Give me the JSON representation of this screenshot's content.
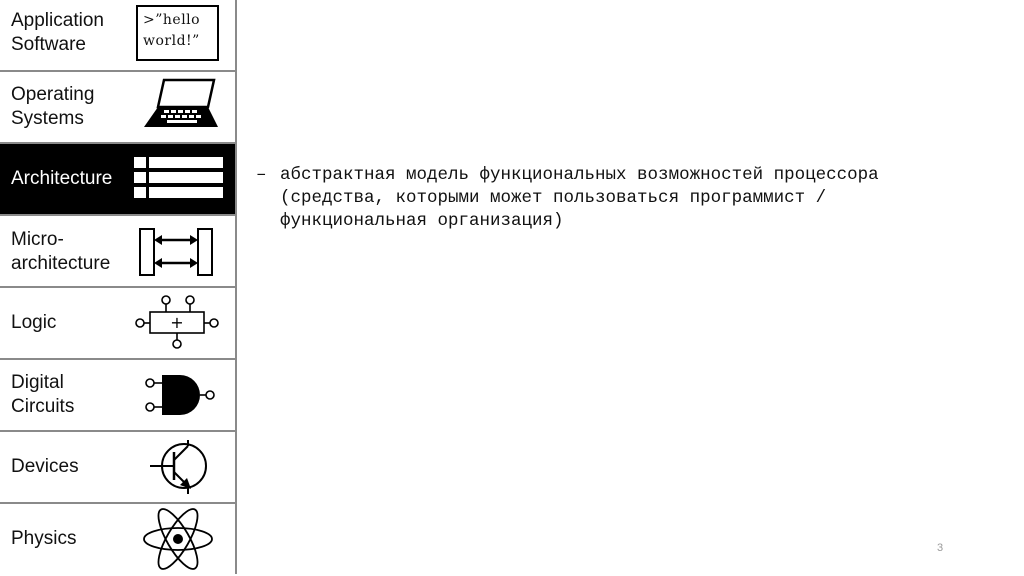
{
  "levels": [
    {
      "label": "Application\nSoftware",
      "icon": "hello-world-code-icon",
      "code": ">”hello\nworld!”",
      "active": false
    },
    {
      "label": "Operating\nSystems",
      "icon": "laptop-icon",
      "active": false
    },
    {
      "label": "Architecture",
      "icon": "instruction-format-icon",
      "active": true
    },
    {
      "label": "Micro-\narchitecture",
      "icon": "datapath-arrows-icon",
      "active": false
    },
    {
      "label": "Logic",
      "icon": "adder-block-icon",
      "active": false
    },
    {
      "label": "Digital\nCircuits",
      "icon": "and-gate-icon",
      "active": false
    },
    {
      "label": "Devices",
      "icon": "transistor-icon",
      "active": false
    },
    {
      "label": "Physics",
      "icon": "atom-icon",
      "active": false
    }
  ],
  "definition": {
    "dash": "–",
    "text": "абстрактная модель функциональных возможностей процессора\n(средства, которыми может пользоваться программист /\nфункциональная организация)"
  },
  "page_number": "3",
  "colors": {
    "active_background": "#000000",
    "active_text": "#ffffff",
    "divider": "#8a8a8a",
    "text": "#111111"
  }
}
